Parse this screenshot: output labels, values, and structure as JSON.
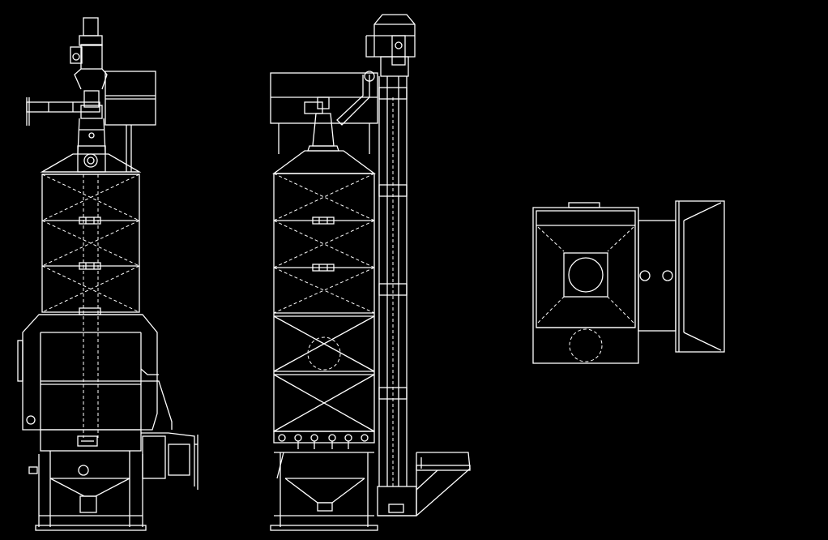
{
  "drawing": {
    "background": "#000000",
    "line_color": "#ffffff",
    "views": [
      {
        "id": "side-view",
        "kind": "side-elevation"
      },
      {
        "id": "front-view",
        "kind": "front-elevation"
      },
      {
        "id": "top-view",
        "kind": "plan"
      }
    ]
  }
}
